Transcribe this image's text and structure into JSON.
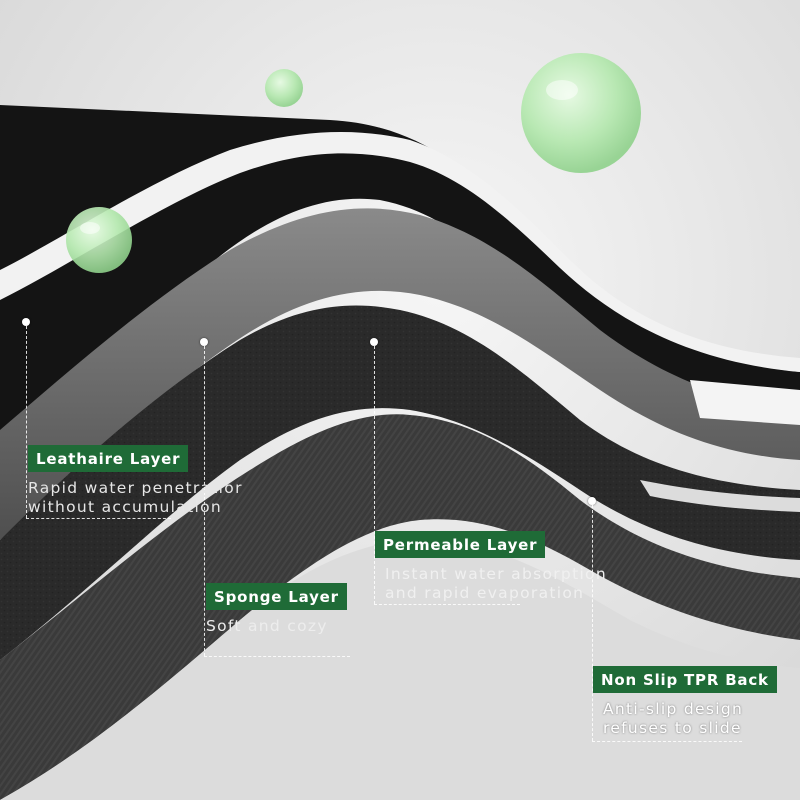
{
  "colors": {
    "badge_green": "#1f6b37",
    "background": "#e9e9e9",
    "leathaire": "#151515",
    "sponge": "#6e6e6e",
    "permeable": "#262626",
    "tpr_back": "#3b3b3b",
    "droplet": "#a9e3a6"
  },
  "layers": [
    {
      "title": "Leathaire Layer",
      "line1": "Rapid water penetratior",
      "line2": "without accumulation"
    },
    {
      "title": "Sponge Layer",
      "line1": "Soft and cozy",
      "line2": ""
    },
    {
      "title": "Permeable Layer",
      "line1": "Instant water absorption",
      "line2": "and rapid evaporation"
    },
    {
      "title": "Non Slip TPR Back",
      "line1": "Anti-slip design",
      "line2": "refuses to slide"
    }
  ]
}
